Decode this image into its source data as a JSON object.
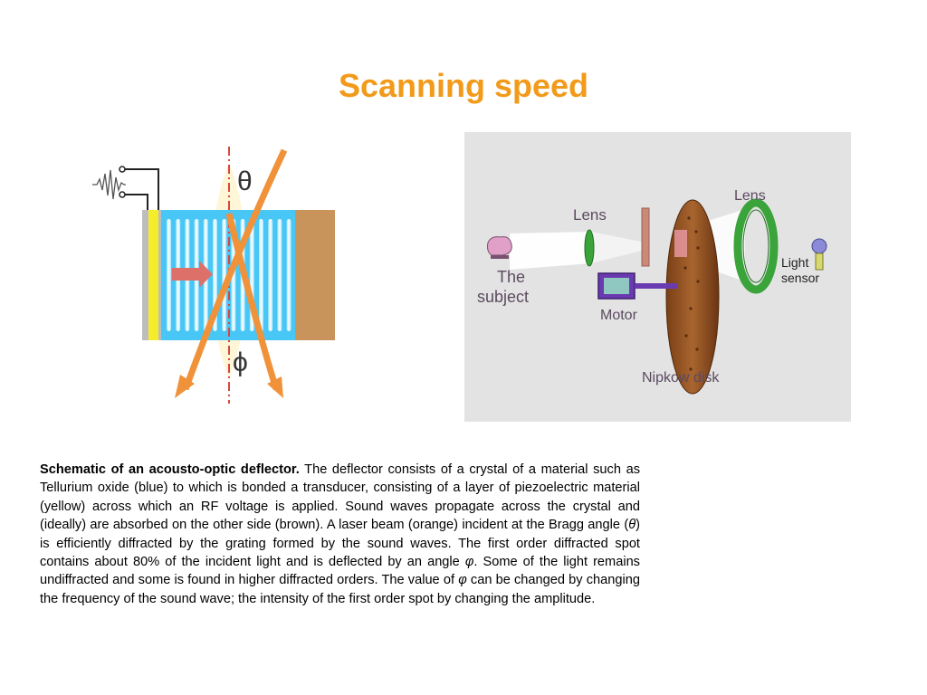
{
  "title": "Scanning speed",
  "aod": {
    "theta_symbol": "θ",
    "phi_symbol": "ϕ",
    "colors": {
      "crystal": "#48c6f6",
      "transducer": "#f5ec2a",
      "absorber": "#c8945c",
      "beam": "#f0923a",
      "arrow": "#dd7068",
      "axis": "#d8473c"
    }
  },
  "nipkow": {
    "labels": {
      "lens_left": "Lens",
      "lens_right": "Lens",
      "subject_line1": "The",
      "subject_line2": "subject",
      "motor": "Motor",
      "disk": "Nipkow disk",
      "sensor_line1": "Light",
      "sensor_line2": "sensor"
    },
    "colors": {
      "background": "#e3e3e3",
      "disk": "#9a5828",
      "lens": "#3aa33a",
      "motor": "#6a3ab0",
      "label": "#5c4a60"
    }
  },
  "caption": {
    "lead": "Schematic of an acousto-optic deflector.",
    "p1": " The deflector consists of a crystal of a material such as Tellurium oxide (blue) to which is bonded a transducer, consisting of a layer of piezoelectric material (yellow) across which an RF voltage is applied. Sound waves propagate across the crystal and (ideally) are absorbed on the other side (brown). A laser beam (orange) incident at the Bragg angle (",
    "sym1": "θ",
    "p2": ") is efficiently diffracted by the grating formed by the sound waves. The first order diffracted spot contains about 80% of the incident light and is deflected by an angle ",
    "sym2": "φ",
    "p3": ". Some of the light remains undiffracted and some is found in higher diffracted orders. The value of ",
    "sym3": "φ",
    "p4": " can be changed by changing the frequency of the sound wave; the intensity of the first order spot by changing the amplitude."
  }
}
